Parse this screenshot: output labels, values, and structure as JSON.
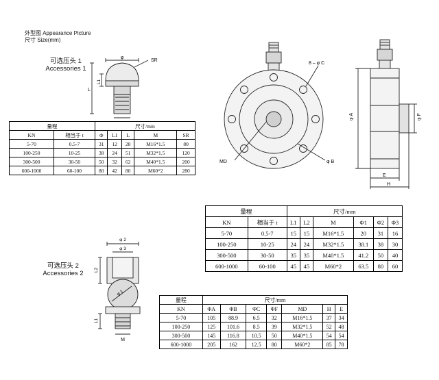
{
  "header": {
    "appearance": "外型图 Appearance Picture",
    "size": "尺寸 Size(mm)"
  },
  "accessory1": {
    "cn": "可选压头 1",
    "en": "Accessories 1"
  },
  "accessory2": {
    "cn": "可选压头 2",
    "en": "Accessories 2"
  },
  "labels": {
    "sr": "SR",
    "phi": "φ",
    "l1": "L1",
    "l": "L",
    "phi2": "φ 2",
    "phi3": "φ 3",
    "l2": "L2",
    "phi1": "φ 1",
    "m": "M",
    "holes": "8 – φ C",
    "md": "MD",
    "phib": "φ B",
    "phia": "φ A",
    "phif": "φ F",
    "e": "E",
    "h": "H"
  },
  "table1": {
    "group_range": "量程",
    "group_size": "尺寸/mm",
    "headers": [
      "KN",
      "相当于 t",
      "Φ",
      "L1",
      "L",
      "M",
      "SR"
    ],
    "rows": [
      [
        "5-70",
        "0.5-7",
        "31",
        "12",
        "28",
        "M16*1.5",
        "80"
      ],
      [
        "100-250",
        "10-25",
        "38",
        "24",
        "51",
        "M32*1.5",
        "120"
      ],
      [
        "300-500",
        "30-50",
        "50",
        "32",
        "62",
        "M40*1.5",
        "200"
      ],
      [
        "600-1000",
        "60-100",
        "80",
        "42",
        "80",
        "M60*2",
        "280"
      ]
    ]
  },
  "table2": {
    "group_range": "量程",
    "group_size": "尺寸/mm",
    "headers": [
      "KN",
      "相当于 t",
      "L1",
      "L2",
      "M",
      "Φ1",
      "Φ2",
      "Φ3"
    ],
    "rows": [
      [
        "5-70",
        "0.5-7",
        "15",
        "15",
        "M16*1.5",
        "20",
        "31",
        "16"
      ],
      [
        "100-250",
        "10-25",
        "24",
        "24",
        "M32*1.5",
        "38.1",
        "38",
        "30"
      ],
      [
        "300-500",
        "30-50",
        "35",
        "35",
        "M40*1.5",
        "41.2",
        "50",
        "40"
      ],
      [
        "600-1000",
        "60-100",
        "45",
        "45",
        "M60*2",
        "63.5",
        "80",
        "60"
      ]
    ]
  },
  "table3": {
    "group_range": "量程",
    "group_size": "尺寸/mm",
    "headers": [
      "KN",
      "ΦA",
      "ΦB",
      "ΦC",
      "ΦF",
      "MD",
      "H",
      "E"
    ],
    "rows": [
      [
        "5-70",
        "105",
        "88.9",
        "6.5",
        "32",
        "M16*1.5",
        "37",
        "34"
      ],
      [
        "100-250",
        "125",
        "101.6",
        "8.5",
        "39",
        "M32*1.5",
        "52",
        "48"
      ],
      [
        "300-500",
        "145",
        "116.8",
        "10.5",
        "50",
        "M40*1.5",
        "54",
        "54"
      ],
      [
        "600-1000",
        "205",
        "162",
        "12.5",
        "80",
        "M60*2",
        "85",
        "78"
      ]
    ]
  }
}
